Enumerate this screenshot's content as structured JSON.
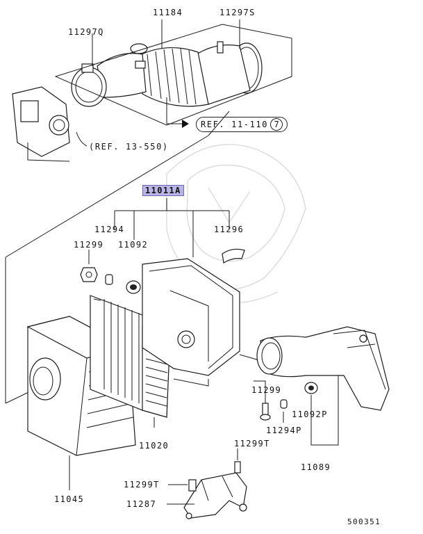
{
  "labels": {
    "p11184": "11184",
    "p11297S": "11297S",
    "p11297Q": "11297Q",
    "p11011A": "11011A",
    "p11294_top": "11294",
    "p11296": "11296",
    "p11299_top": "11299",
    "p11092_top": "11092",
    "p11299_right": "11299",
    "p11092P": "11092P",
    "p11294P": "11294P",
    "p11020": "11020",
    "p11299T_right": "11299T",
    "p11089": "11089",
    "p11299T_bottom": "11299T",
    "p11287": "11287",
    "p11045": "11045",
    "diagram_id": "500351"
  },
  "refs": {
    "ref_intake": {
      "text": "REF. 11-110",
      "circled": "7"
    },
    "ref_throttle": {
      "text": "(REF. 13-550)"
    }
  }
}
